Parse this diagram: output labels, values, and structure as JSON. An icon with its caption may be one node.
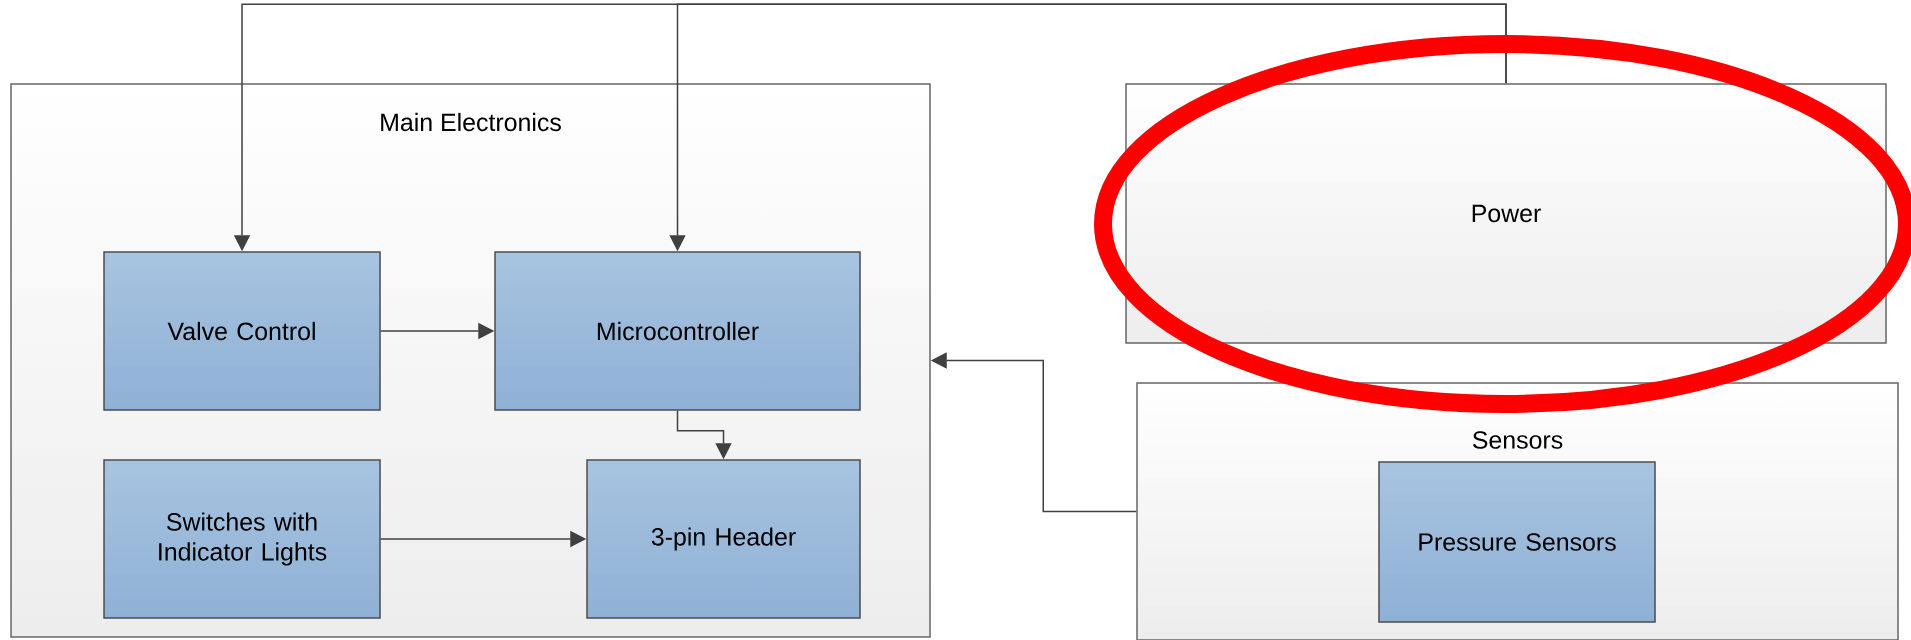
{
  "diagram": {
    "nodes": [
      {
        "text": [
          "Main Electronics"
        ]
      },
      {
        "text": [
          "Valve Control"
        ],
        "in": 0
      },
      {
        "text": [
          "Microcontroller"
        ],
        "in": 0
      },
      {
        "text": [
          "Switches with Indicator Lights"
        ],
        "in": 0
      },
      {
        "text": [
          "3-pin Header"
        ],
        "in": 0
      },
      {
        "text": [
          "Power"
        ]
      },
      {
        "text": [
          "Sensors"
        ]
      },
      {
        "text": [
          "Pressure Sensors"
        ],
        "in": 6
      }
    ],
    "edges": [
      {
        "from": 5,
        "to": 1,
        "arrow": "to"
      },
      {
        "from": 5,
        "to": 2,
        "arrow": "to"
      },
      {
        "from": 1,
        "to": 2,
        "arrow": "to"
      },
      {
        "from": 2,
        "to": 4,
        "arrow": "to"
      },
      {
        "from": 3,
        "to": 4,
        "arrow": "to"
      },
      {
        "from": 6,
        "to": 0,
        "arrow": "to"
      }
    ]
  }
}
